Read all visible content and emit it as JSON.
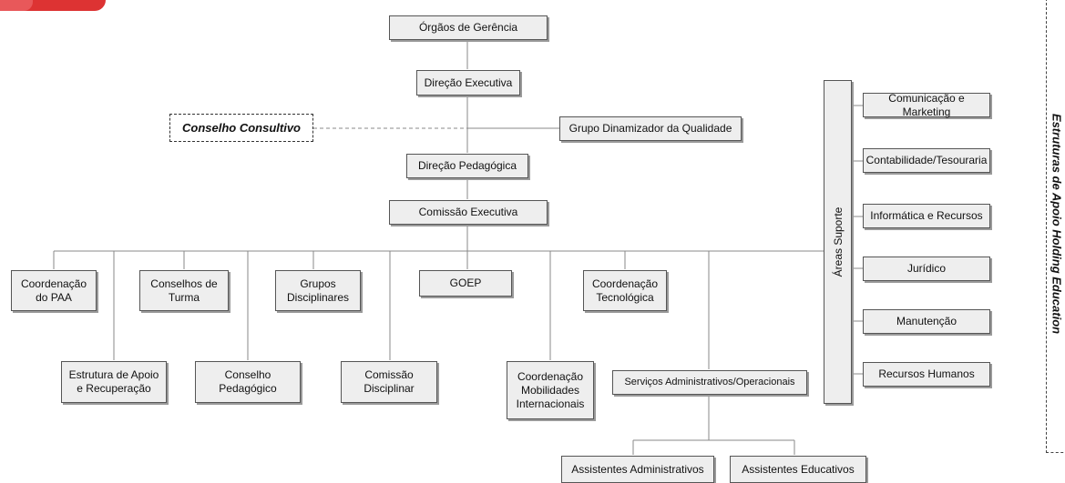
{
  "org_chart": {
    "orgaos_gerencia": "Órgãos de Gerência",
    "direcao_executiva": "Direção Executiva",
    "conselho_consultivo": "Conselho Consultivo",
    "grupo_dinamizador": "Grupo Dinamizador da Qualidade",
    "direcao_pedagogica": "Direção Pedagógica",
    "comissao_executiva": "Comissão Executiva",
    "coordenacao_paa": "Coordenação\ndo PAA",
    "conselhos_turma": "Conselhos de\nTurma",
    "grupos_disciplinares": "Grupos\nDisciplinares",
    "goep": "GOEP",
    "coordenacao_tecnologica": "Coordenação\nTecnológica",
    "estrutura_apoio": "Estrutura de Apoio\ne Recuperação",
    "conselho_pedagogico": "Conselho\nPedagógico",
    "comissao_disciplinar": "Comissão\nDisciplinar",
    "coordenacao_mobilidades": "Coordenação\nMobilidades\nInternacionais",
    "servicos_administrativos": "Serviços Administrativos/Operacionais",
    "assistentes_administrativos": "Assistentes Administrativos",
    "assistentes_educativos": "Assistentes Educativos",
    "areas_suporte": "Áreas Suporte",
    "support_items": [
      "Comunicação e Marketing",
      "Contabilidade/Tesouraria",
      "Informática e Recursos",
      "Jurídico",
      "Manutenção",
      "Recursos Humanos"
    ],
    "side_label": "Estruturas de Apoio Holding Education"
  },
  "colors": {
    "box_fill": "#eeeeee",
    "box_border": "#555555",
    "line": "#888888",
    "logo": "#dd3333"
  }
}
